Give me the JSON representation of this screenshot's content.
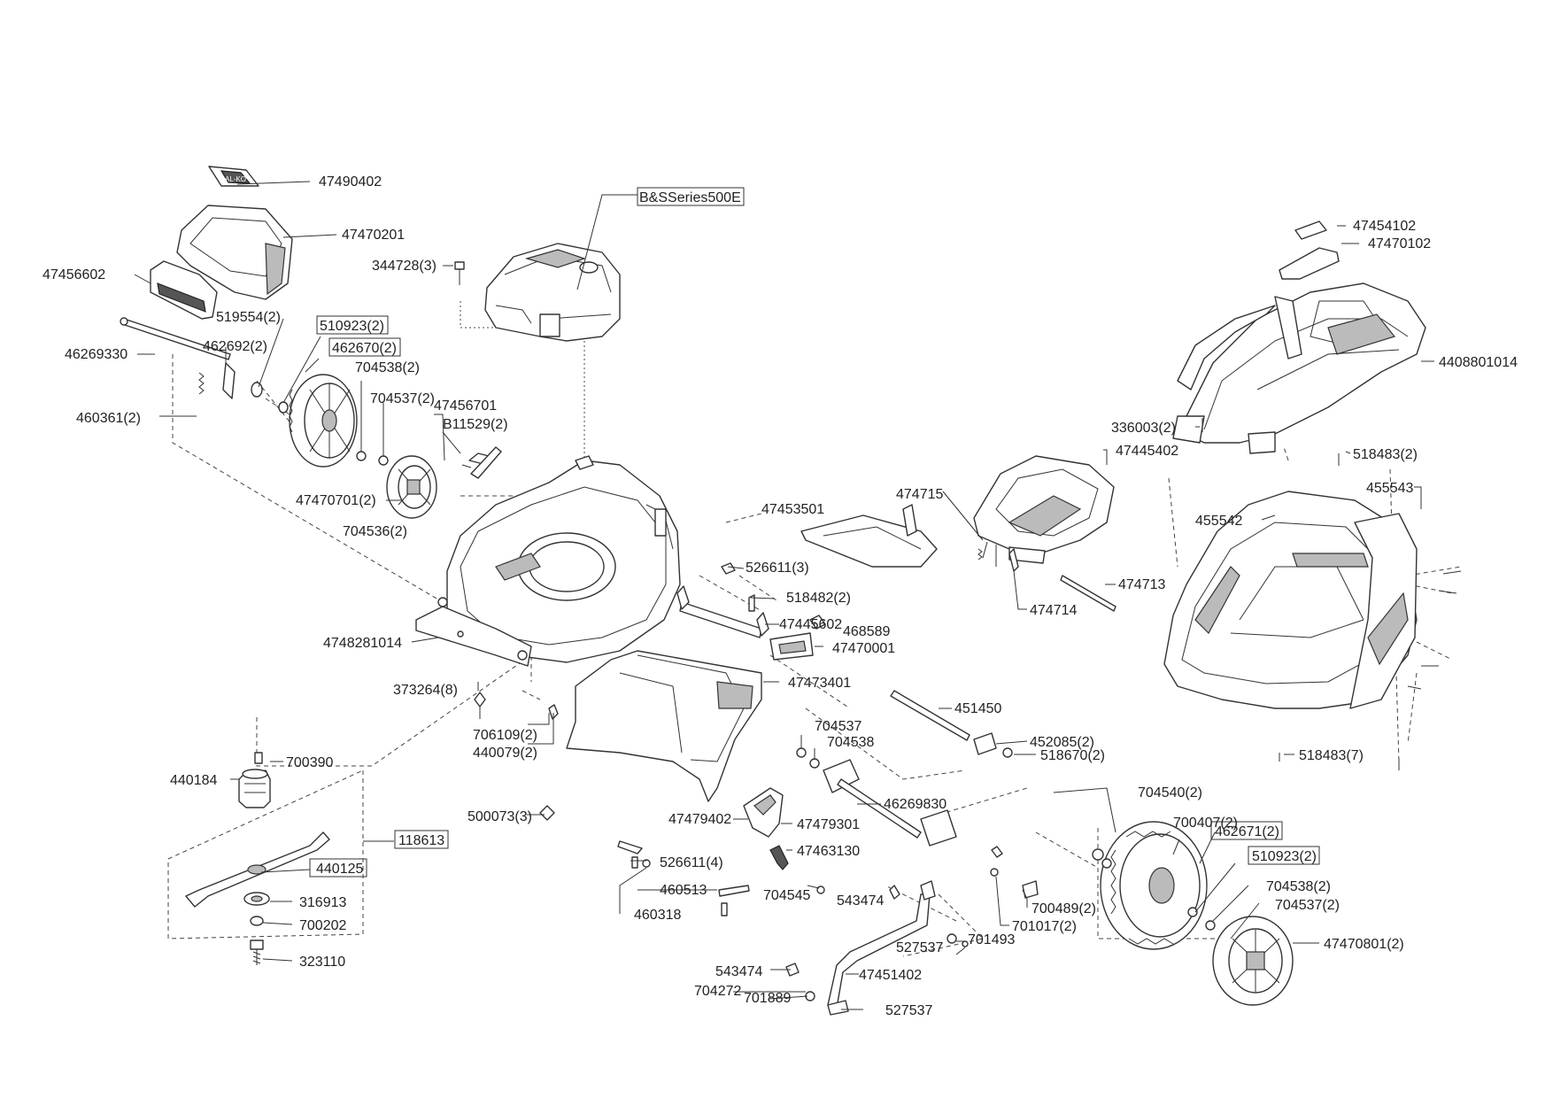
{
  "parts": {
    "p47490402": "47490402",
    "p47470201": "47470201",
    "p47456602": "47456602",
    "p519554": "519554(2)",
    "p510923a": "510923(2)",
    "p46269330": "46269330",
    "p462692": "462692(2)",
    "p462670": "462670(2)",
    "p704538a": "704538(2)",
    "p704537a": "704537(2)",
    "p460361": "460361(2)",
    "p47470701": "47470701(2)",
    "p704536": "704536(2)",
    "pBS": "B&SSeries500E",
    "p344728": "344728(3)",
    "p47456701": "47456701",
    "pB11529": "B11529(2)",
    "p526611a": "526611(3)",
    "p47453501": "47453501",
    "p518482": "518482(2)",
    "p47445602": "47445602",
    "p468589": "468589",
    "p47470001": "47470001",
    "p4748281014": "4748281014",
    "p47473401": "47473401",
    "p373264": "373264(8)",
    "p706109": "706109(2)",
    "p440079": "440079(2)",
    "p700390": "700390",
    "p440184": "440184",
    "p500073": "500073(3)",
    "p118613": "118613",
    "p440125": "440125",
    "p316913": "316913",
    "p700202": "700202",
    "p323110": "323110",
    "p47479402": "47479402",
    "p47479301": "47479301",
    "p47463130": "47463130",
    "p526611b": "526611(4)",
    "p460513": "460513",
    "p460318": "460318",
    "p704545": "704545",
    "p543474a": "543474",
    "p543474b": "543474",
    "p704272": "704272",
    "p701889": "701889",
    "p527537a": "527537",
    "p527537b": "527537",
    "p47451402": "47451402",
    "p701493": "701493",
    "p704537b": "704537",
    "p704538b": "704538",
    "p46269830": "46269830",
    "p451450": "451450",
    "p452085": "452085(2)",
    "p518670": "518670(2)",
    "p474715": "474715",
    "p47445402": "47445402",
    "p474713": "474713",
    "p474714": "474714",
    "p47454102": "47454102",
    "p47470102": "47470102",
    "p4408801014": "4408801014",
    "p336003": "336003(2)",
    "p518483a": "518483(2)",
    "p455543": "455543",
    "p455542": "455542",
    "p518483b": "518483(7)",
    "p704540": "704540(2)",
    "p700407": "700407(2)",
    "p462671": "462671(2)",
    "p510923b": "510923(2)",
    "p704538c": "704538(2)",
    "p704537c": "704537(2)",
    "p47470801": "47470801(2)",
    "p700489": "700489(2)",
    "p701017": "701017(2)"
  },
  "logo_text": "AL-KO"
}
